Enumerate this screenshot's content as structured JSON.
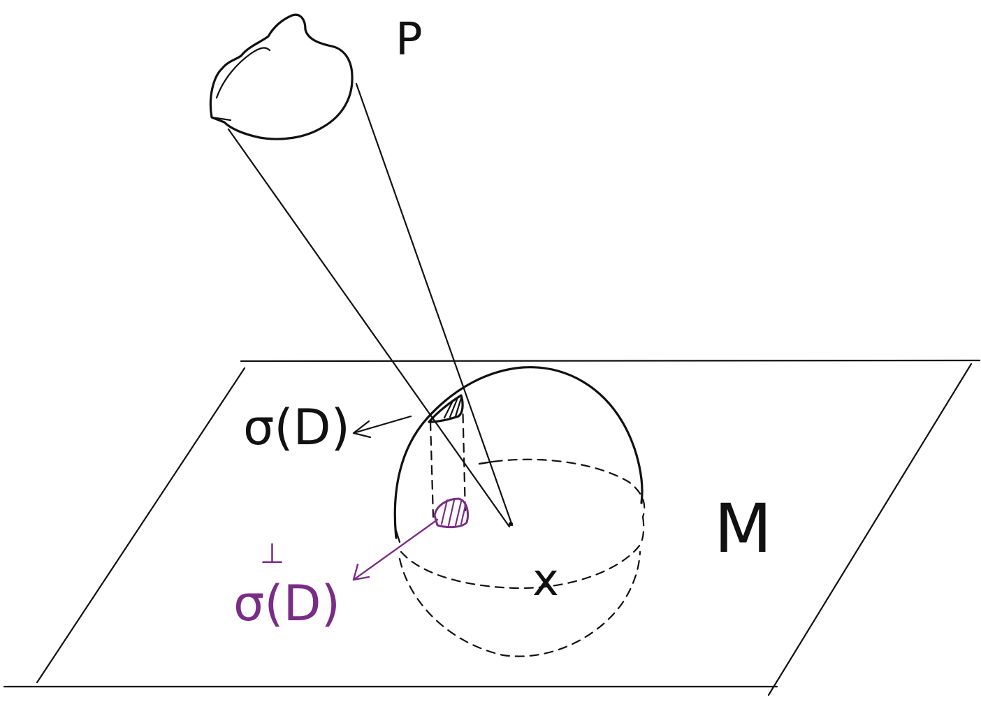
{
  "labels": {
    "p": "P",
    "m": "M",
    "x": "x",
    "sigma_d": "σ(D)",
    "sigma_perp_bar": "⊥",
    "sigma_perp_d": "σ(D)"
  },
  "colors": {
    "ink": "#111111",
    "purple": "#7a2d85",
    "background": "#ffffff"
  }
}
